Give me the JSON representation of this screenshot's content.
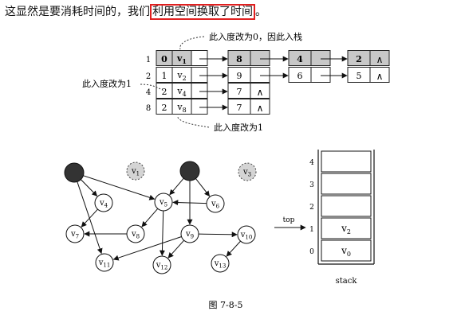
{
  "intro": {
    "before": "这显然是要消耗时间的，我们",
    "highlight": "利用空间换取了时间",
    "after": "。"
  },
  "adjacency": {
    "notes": {
      "top": "此入度改为0，因此入栈",
      "left": "此入度改为1",
      "bottom": "此入度改为1"
    },
    "rows": [
      {
        "index": "1",
        "indegree": "0",
        "vertex": "v1",
        "chain": [
          "8",
          "4",
          "2"
        ]
      },
      {
        "index": "2",
        "indegree": "1",
        "vertex": "v2",
        "chain": [
          "9",
          "6",
          "5"
        ]
      },
      {
        "index": "4",
        "indegree": "2",
        "vertex": "v4",
        "chain": [
          "7"
        ]
      },
      {
        "index": "8",
        "indegree": "2",
        "vertex": "v8",
        "chain": [
          "7"
        ]
      }
    ],
    "end_symbol": "∧"
  },
  "graph": {
    "nodes": [
      {
        "id": "v0",
        "label": "",
        "style": "filled"
      },
      {
        "id": "v1",
        "label": "v1",
        "style": "removed"
      },
      {
        "id": "v2",
        "label": "",
        "style": "filled"
      },
      {
        "id": "v3",
        "label": "v3",
        "style": "removed"
      },
      {
        "id": "v4",
        "label": "v4",
        "style": "normal"
      },
      {
        "id": "v5",
        "label": "v5",
        "style": "normal"
      },
      {
        "id": "v6",
        "label": "v6",
        "style": "normal"
      },
      {
        "id": "v7",
        "label": "v7",
        "style": "normal"
      },
      {
        "id": "v8",
        "label": "v8",
        "style": "normal"
      },
      {
        "id": "v9",
        "label": "v9",
        "style": "normal"
      },
      {
        "id": "v10",
        "label": "v10",
        "style": "normal"
      },
      {
        "id": "v11",
        "label": "v11",
        "style": "normal"
      },
      {
        "id": "v12",
        "label": "v12",
        "style": "normal"
      },
      {
        "id": "v13",
        "label": "v13",
        "style": "normal"
      }
    ],
    "edges": [
      [
        "v0",
        "v4"
      ],
      [
        "v0",
        "v5"
      ],
      [
        "v0",
        "v11"
      ],
      [
        "v4",
        "v7"
      ],
      [
        "v2",
        "v5"
      ],
      [
        "v2",
        "v6"
      ],
      [
        "v2",
        "v9"
      ],
      [
        "v5",
        "v8"
      ],
      [
        "v5",
        "v12"
      ],
      [
        "v6",
        "v5"
      ],
      [
        "v8",
        "v7"
      ],
      [
        "v9",
        "v10"
      ],
      [
        "v9",
        "v11"
      ],
      [
        "v9",
        "v12"
      ],
      [
        "v10",
        "v13"
      ]
    ]
  },
  "stack": {
    "pointer_label": "top",
    "caption": "stack",
    "slots": [
      {
        "index": "4",
        "value": ""
      },
      {
        "index": "3",
        "value": ""
      },
      {
        "index": "2",
        "value": ""
      },
      {
        "index": "1",
        "value": "v2"
      },
      {
        "index": "0",
        "value": "v0"
      }
    ]
  },
  "caption": "图 7-8-5"
}
